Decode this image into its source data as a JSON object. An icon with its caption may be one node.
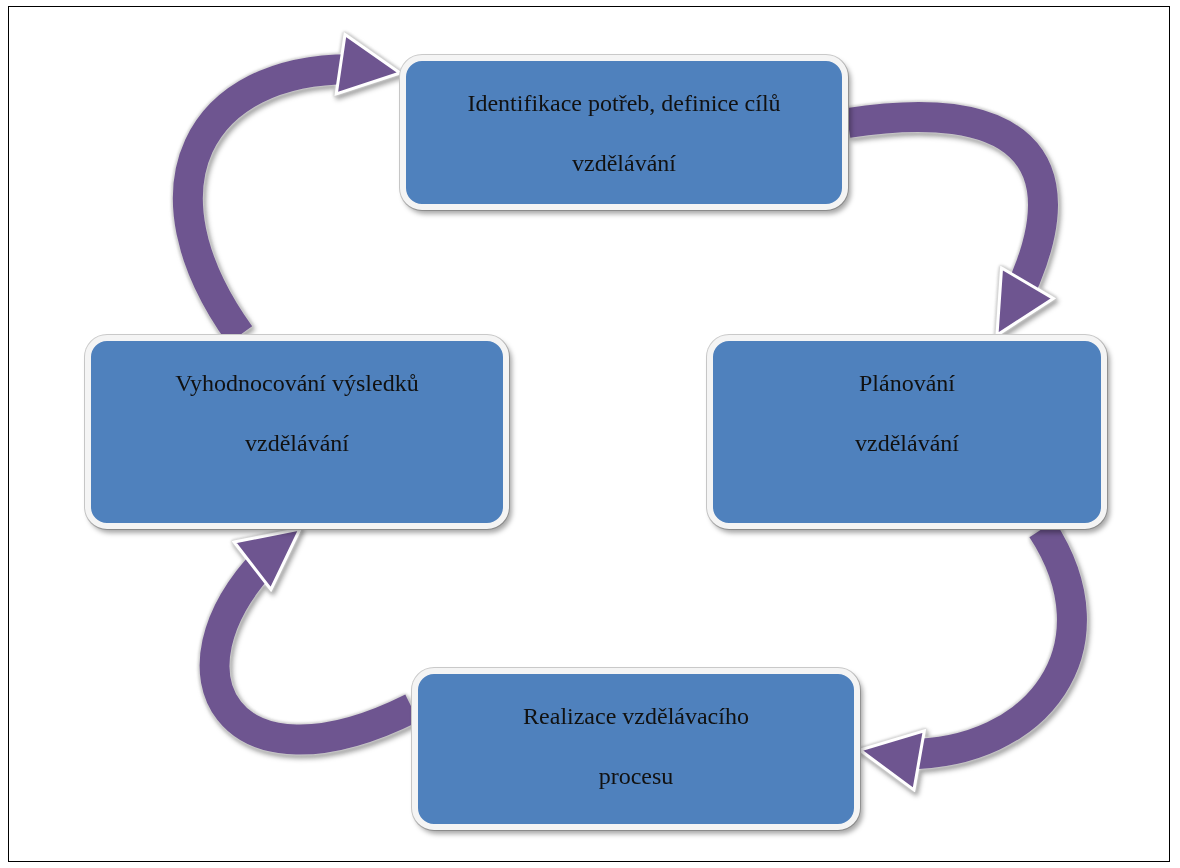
{
  "diagram": {
    "nodes": [
      {
        "text": [
          "Identifikace potřeb, definice cílů vzdělávání"
        ]
      },
      {
        "text": [
          "Plánování vzdělávání"
        ]
      },
      {
        "text": [
          "Realizace vzdělávacího procesu"
        ]
      },
      {
        "text": [
          "Vyhodnocování výsledků vzdělávání"
        ]
      }
    ],
    "edges": [
      {
        "from": 0,
        "to": 1,
        "arrow": "to"
      },
      {
        "from": 1,
        "to": 2,
        "arrow": "to"
      },
      {
        "from": 2,
        "to": 3,
        "arrow": "to"
      },
      {
        "from": 3,
        "to": 0,
        "arrow": "to"
      }
    ]
  }
}
